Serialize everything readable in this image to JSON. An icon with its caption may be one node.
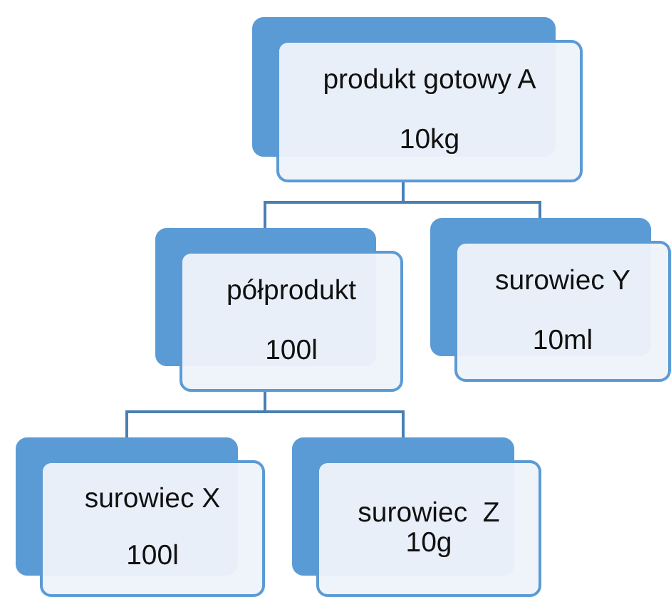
{
  "diagram": {
    "nodes": [
      {
        "text": [
          "produkt gotowy A",
          "10kg"
        ]
      },
      {
        "text": [
          "półprodukt",
          "100l"
        ]
      },
      {
        "text": [
          "surowiec Y",
          "10ml"
        ]
      },
      {
        "text": [
          "surowiec X",
          "100l"
        ]
      },
      {
        "text": [
          "surowiec  Z",
          "10g"
        ]
      }
    ],
    "edges": [
      {
        "from": 0,
        "to": 1,
        "arrow": "none"
      },
      {
        "from": 0,
        "to": 2,
        "arrow": "none"
      },
      {
        "from": 1,
        "to": 3,
        "arrow": "none"
      },
      {
        "from": 1,
        "to": 4,
        "arrow": "none"
      }
    ]
  }
}
